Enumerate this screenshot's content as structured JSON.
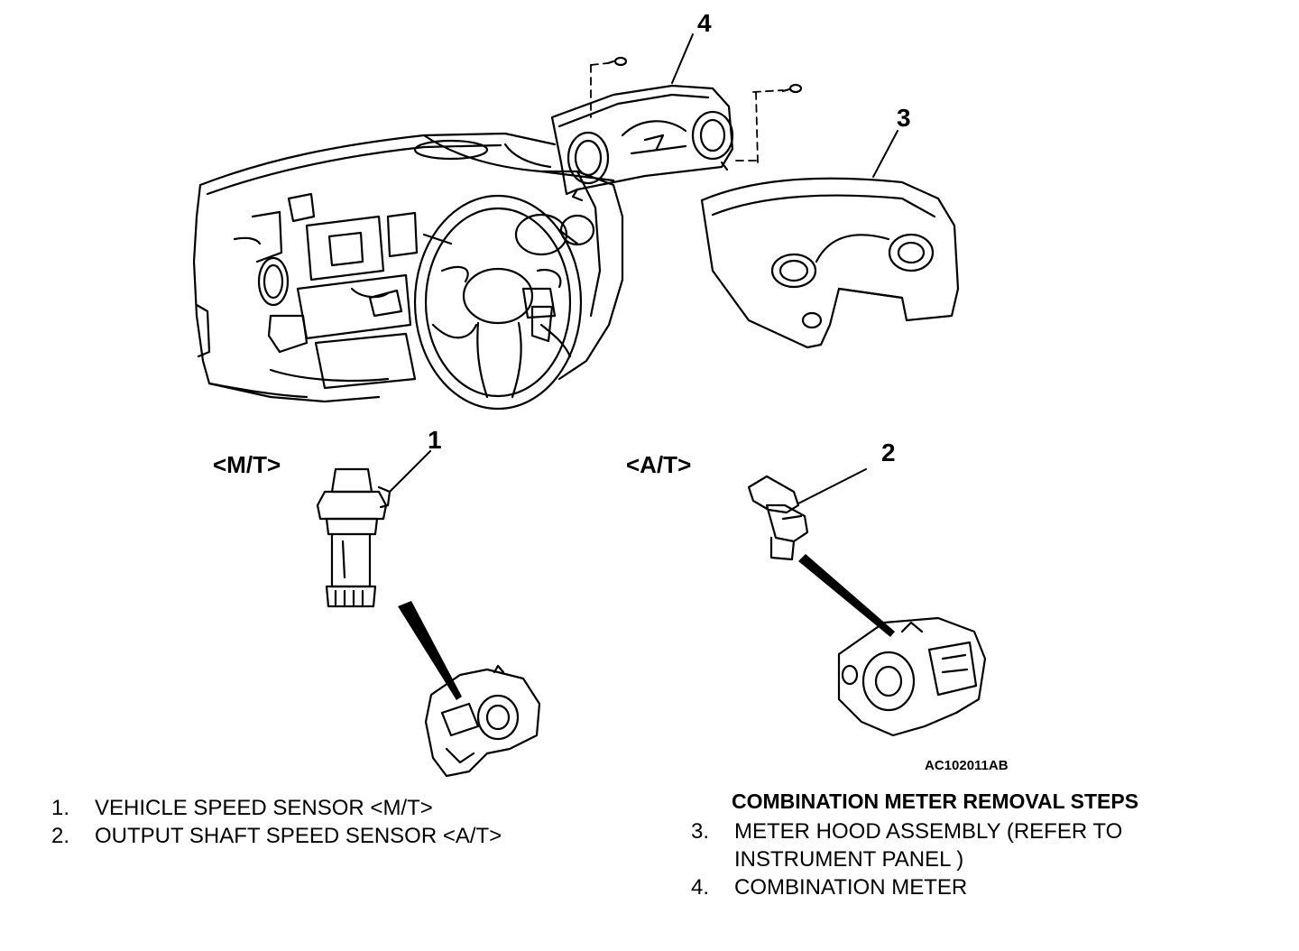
{
  "callouts": {
    "c1": "1",
    "c2": "2",
    "c3": "3",
    "c4": "4"
  },
  "variants": {
    "mt": "<M/T>",
    "at": "<A/T>"
  },
  "figure_code": "AC102011AB",
  "sensor_list": [
    {
      "num": "1.",
      "text": "VEHICLE SPEED SENSOR <M/T>"
    },
    {
      "num": "2.",
      "text": "OUTPUT SHAFT SPEED SENSOR <A/T>"
    }
  ],
  "removal_steps": {
    "heading": "COMBINATION METER REMOVAL STEPS",
    "items": [
      {
        "num": "3.",
        "lines": [
          "METER HOOD ASSEMBLY (REFER TO",
          "INSTRUMENT PANEL )"
        ]
      },
      {
        "num": "4.",
        "lines": [
          "COMBINATION METER"
        ]
      }
    ]
  }
}
